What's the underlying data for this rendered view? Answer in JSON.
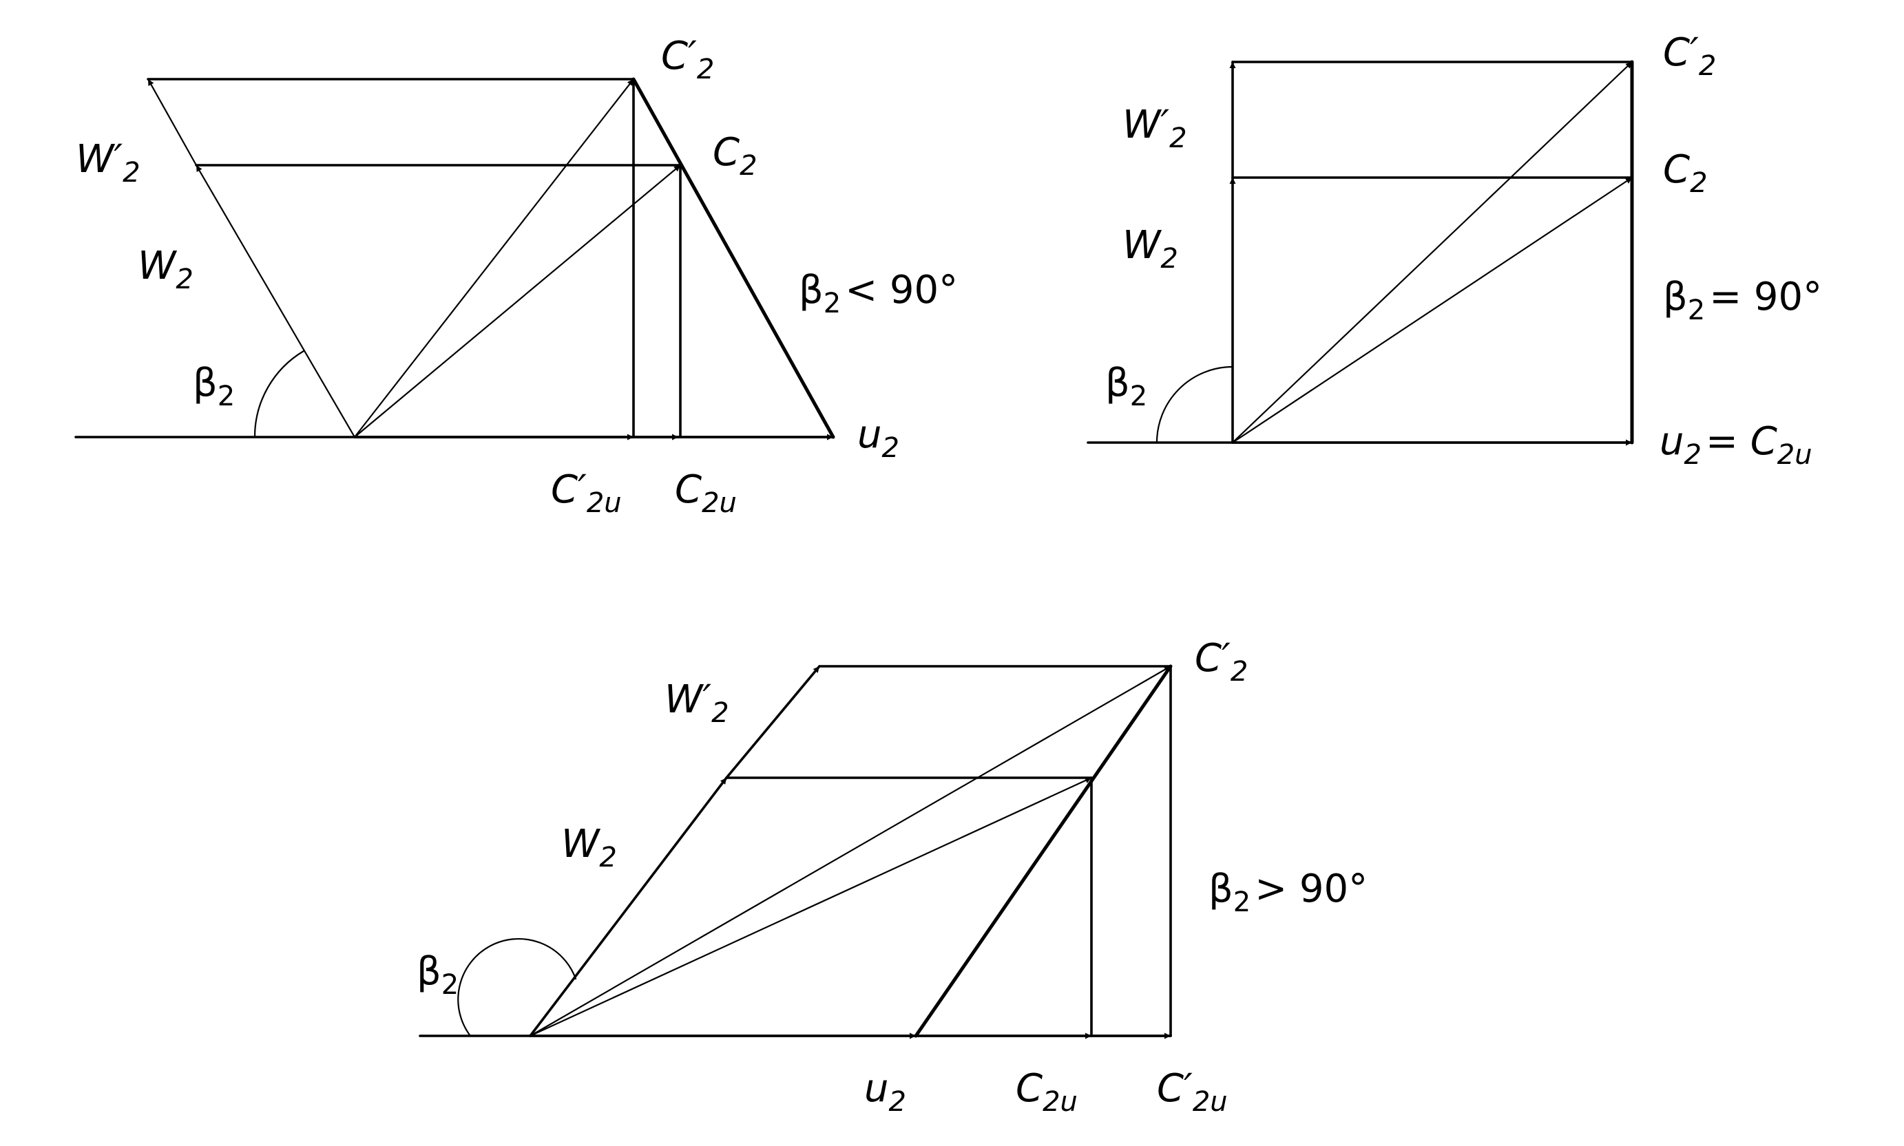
{
  "panel_left": {
    "label_w2p": {
      "base": "W",
      "prime": "′",
      "sub": "2"
    },
    "label_w2": {
      "base": "W",
      "sub": "2"
    },
    "label_c2p": {
      "base": "C",
      "prime": "′",
      "sub": "2"
    },
    "label_c2": {
      "base": "C",
      "sub": "2"
    },
    "label_beta_cond": {
      "base": "β",
      "sub": "2",
      "rest": "< 90°"
    },
    "label_beta": {
      "base": "β",
      "sub": "2"
    },
    "label_u2": {
      "base": "u",
      "sub": "2"
    },
    "label_c2up": {
      "base": "C",
      "prime": "′",
      "sub": "2u"
    },
    "label_c2u": {
      "base": "C",
      "sub": "2u"
    }
  },
  "panel_right": {
    "label_w2p": {
      "base": "W",
      "prime": "′",
      "sub": "2"
    },
    "label_w2": {
      "base": "W",
      "sub": "2"
    },
    "label_c2p": {
      "base": "C",
      "prime": "′",
      "sub": "2"
    },
    "label_c2": {
      "base": "C",
      "sub": "2"
    },
    "label_beta_cond": {
      "base": "β",
      "sub": "2",
      "rest": "= 90°"
    },
    "label_beta": {
      "base": "β",
      "sub": "2"
    },
    "label_u2eq": {
      "base": "u",
      "sub": "2",
      "rest": "= ",
      "base2": "C",
      "sub2": "2u"
    }
  },
  "panel_bottom": {
    "label_w2p": {
      "base": "W",
      "prime": "′",
      "sub": "2"
    },
    "label_w2": {
      "base": "W",
      "sub": "2"
    },
    "label_c2p": {
      "base": "C",
      "prime": "′",
      "sub": "2"
    },
    "label_beta_cond": {
      "base": "β",
      "sub": "2",
      "rest": "> 90°"
    },
    "label_beta": {
      "base": "β",
      "sub": "2"
    },
    "label_u2": {
      "base": "u",
      "sub": "2"
    },
    "label_c2u": {
      "base": "C",
      "sub": "2u"
    },
    "label_c2up": {
      "base": "C",
      "prime": "′",
      "sub": "2u"
    }
  }
}
